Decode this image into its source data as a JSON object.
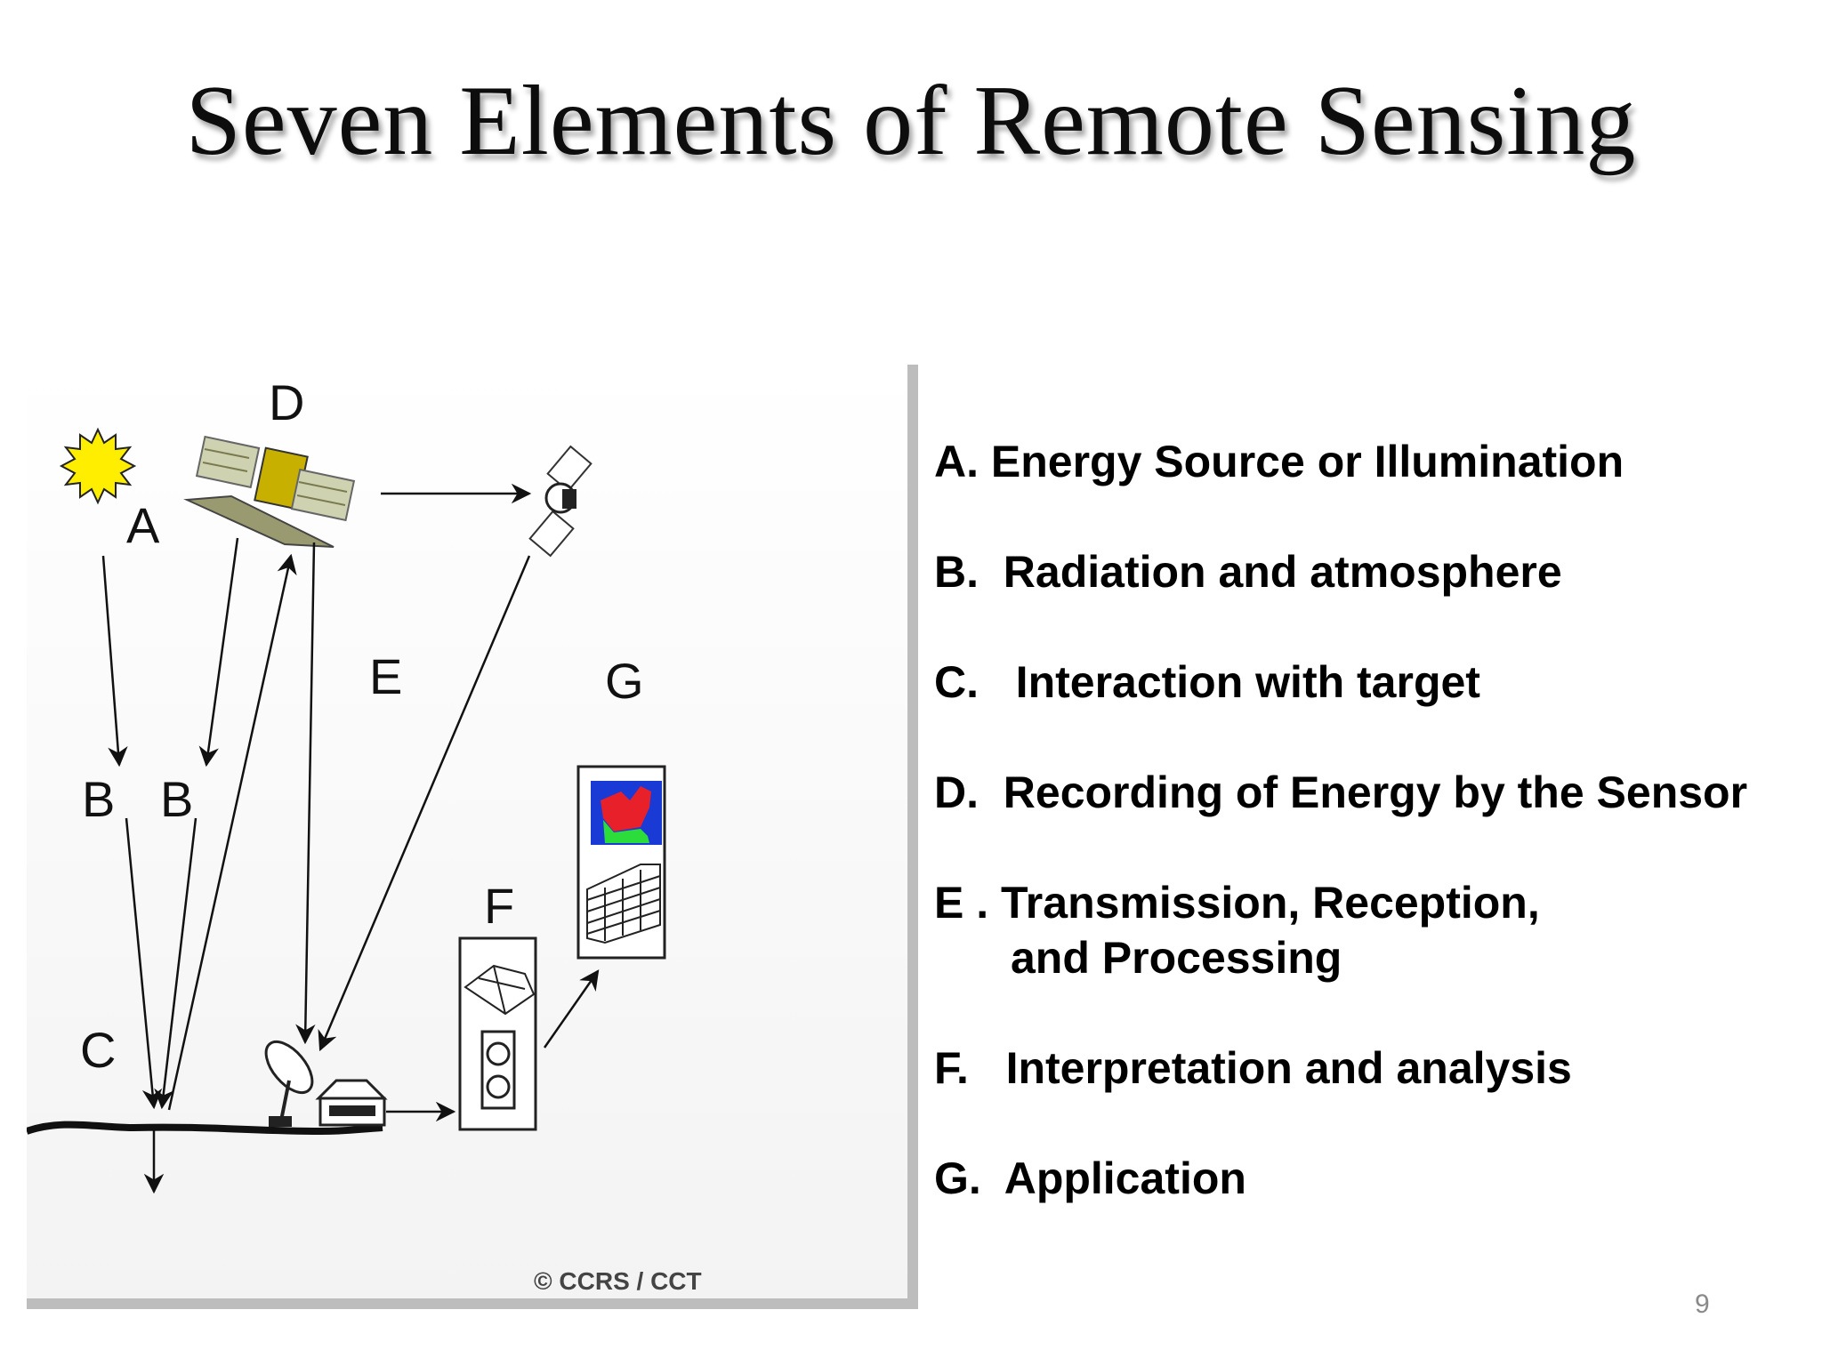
{
  "slide": {
    "title": "Seven Elements of Remote Sensing",
    "page_number": "9"
  },
  "diagram": {
    "labels": {
      "a": "A",
      "b1": "B",
      "b2": "B",
      "c": "C",
      "d": "D",
      "e": "E",
      "f": "F",
      "g": "G"
    },
    "copyright": "© CCRS / CCT"
  },
  "elements": [
    {
      "line1": "A. Energy Source or Illumination"
    },
    {
      "line1": "B.  Radiation and atmosphere"
    },
    {
      "line1": "C.   Interaction with target"
    },
    {
      "line1": "D.  Recording of Energy by the Sensor"
    },
    {
      "line1": "E . Transmission, Reception,",
      "line2": "and Processing"
    },
    {
      "line1": "F.   Interpretation and analysis"
    },
    {
      "line1": "G.  Application"
    }
  ],
  "colors": {
    "sun": "#ffee00",
    "map_blue": "#1a3ad6",
    "map_red": "#e8202a",
    "map_green": "#2bdc3a",
    "frame_shadow": "#bdbdbd"
  }
}
